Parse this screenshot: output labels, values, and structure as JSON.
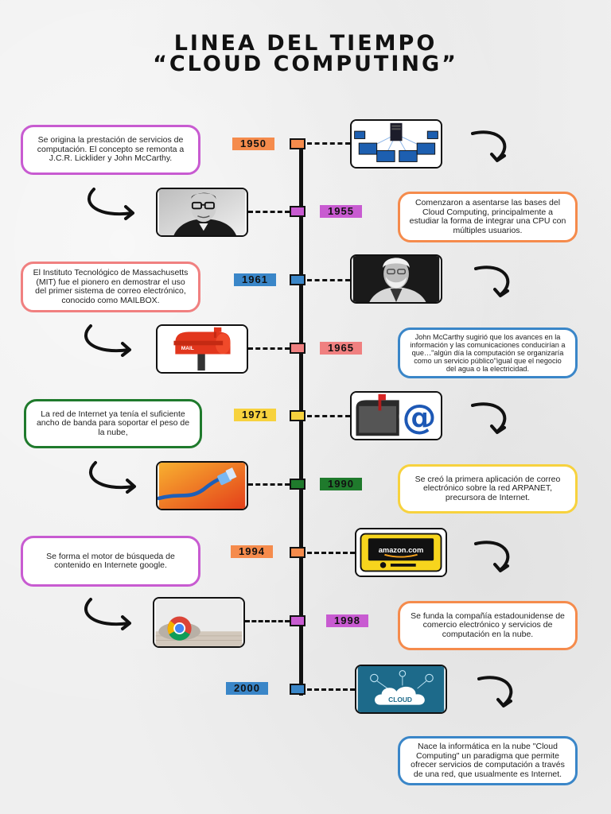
{
  "title": {
    "line1": "LINEA DEL TIEMPO",
    "line2": "“CLOUD COMPUTING”"
  },
  "colors": {
    "orange": "#f58b4c",
    "purple": "#c85bd1",
    "blue": "#3a86c8",
    "salmon": "#f08080",
    "yellow": "#f7d23e",
    "green": "#1f7a2c",
    "spine": "#111111"
  },
  "events": [
    {
      "year": "1950",
      "text": "Se origina la prestación de servicios de computación. El concepto se remonta a J.C.R. Licklider y John McCarthy.",
      "image": "servers-network-icon"
    },
    {
      "year": "1955",
      "text": "Comenzaron a asentarse las bases del Cloud Computing, principalmente a estudiar la forma de integrar una CPU con múltiples usuarios.",
      "image": "man-portrait-glasses"
    },
    {
      "year": "1961",
      "text": "El Instituto Tecnológico de Massachusetts (MIT) fue el pionero en demostrar el uso del primer sistema de correo electrónico, conocido como MAILBOX.",
      "image": "man-portrait-beard"
    },
    {
      "year": "1965",
      "text": "John McCarthy sugirió que los avances en la información y las comunicaciones conducirían a que…\"algún día la computación se organizaría como un servicio público\"igual que el negocio del agua o la electricidad.",
      "image": "red-mailbox-icon"
    },
    {
      "year": "1971",
      "text": "La red de Internet ya tenía el suficiente ancho de banda para soportar el peso de la nube,",
      "image": "email-mailbox-at-icon"
    },
    {
      "year": "1990",
      "text": "Se creó la primera aplicación de correo electrónico sobre la red ARPANET, precursora de Internet.",
      "image": "network-cable-icon"
    },
    {
      "year": "1994",
      "text": "Se forma el motor de búsqueda de contenido en Internete google.",
      "image": "amazon-card-icon"
    },
    {
      "year": "1998",
      "text": "Se funda la compañía estadounidense de comercio electrónico y servicios de computación en la nube.",
      "image": "chrome-logo-icon"
    },
    {
      "year": "2000",
      "text": "Nace la informática en la nube \"Cloud Computing\" un paradigma que permite ofrecer servicios de computación a través de una red, que usualmente es Internet.",
      "image": "cloud-icon"
    }
  ],
  "logos": {
    "amazon": "amazon.com",
    "cloud": "CLOUD"
  }
}
